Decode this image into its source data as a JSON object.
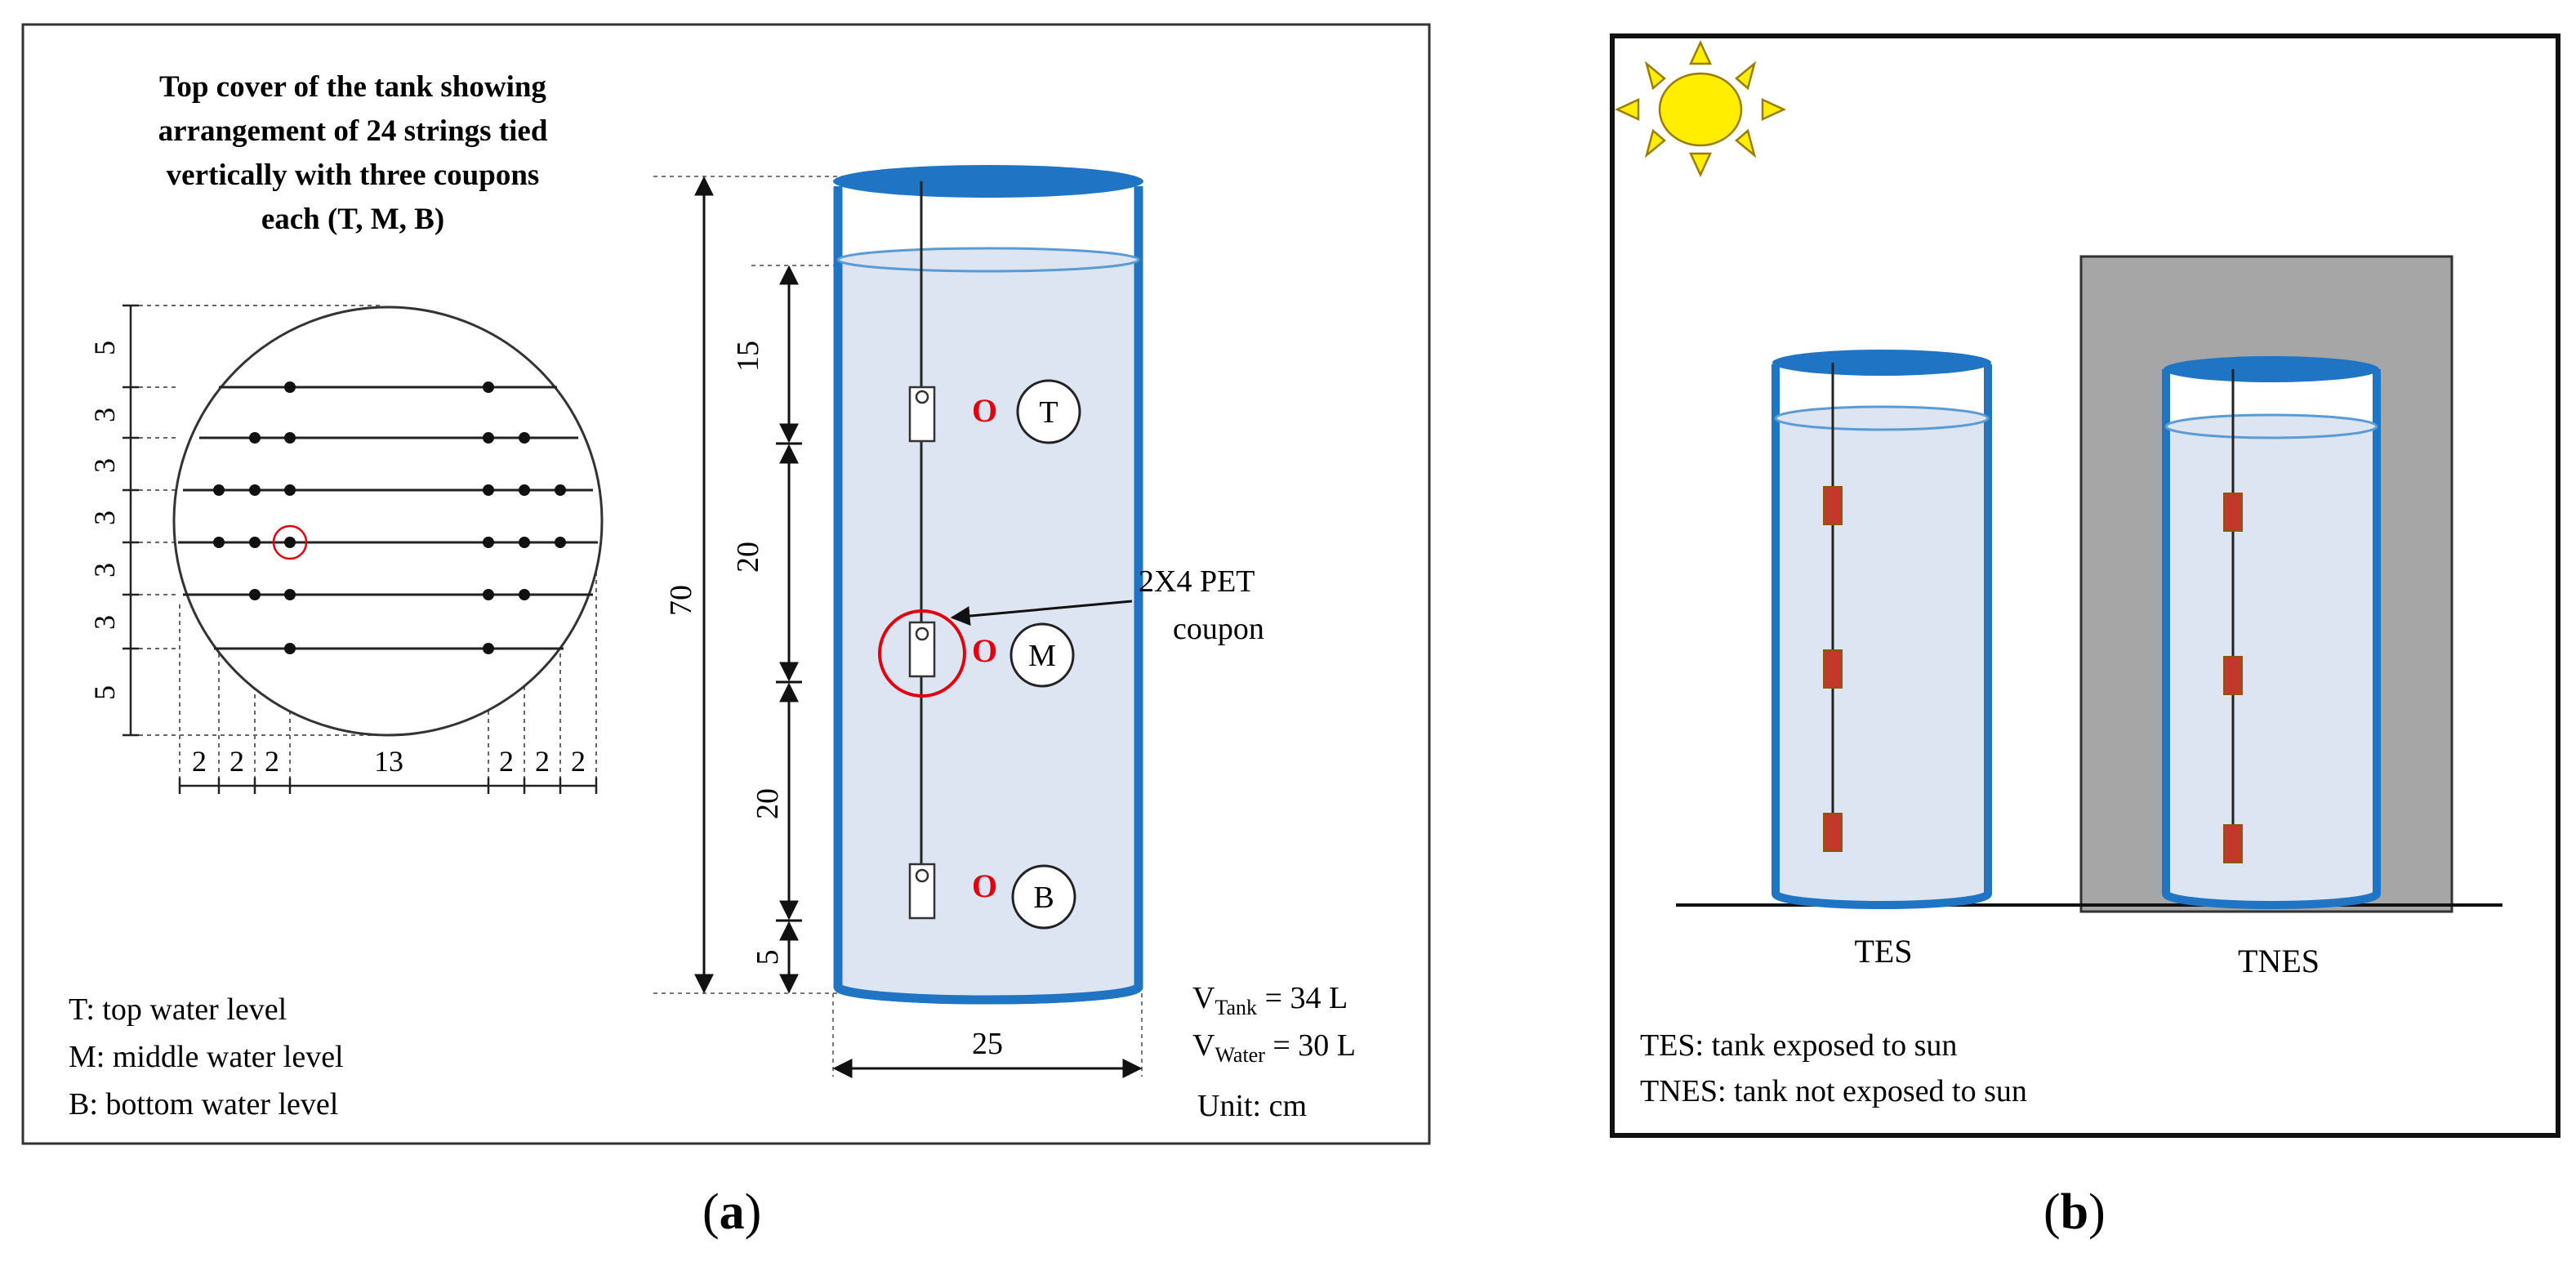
{
  "panel_a": {
    "caption_letter": "a",
    "cover_title": [
      "Top cover of the tank showing",
      "arrangement of 24 strings tied",
      "vertically with three coupons",
      "each (T, M, B)"
    ],
    "vertical_dims": [
      "5",
      "3",
      "3",
      "3",
      "3",
      "3",
      "5"
    ],
    "horizontal_dims": [
      "2",
      "2",
      "2",
      "13",
      "2",
      "2",
      "2"
    ],
    "tank_height": "70",
    "segment_dims": [
      "15",
      "20",
      "20",
      "5"
    ],
    "tank_width": "25",
    "level_markers": [
      "T",
      "M",
      "B"
    ],
    "marker_symbol": "O",
    "coupon_label": [
      "2X4 PET",
      "coupon"
    ],
    "legend": [
      "T: top water level",
      "M: middle water level",
      "B: bottom water level"
    ],
    "volume_tank": {
      "prefix": "V",
      "subscript": "Tank",
      "suffix": " = 34 L"
    },
    "volume_water": {
      "prefix": "V",
      "subscript": "Water",
      "suffix": " = 30 L"
    },
    "unit": "Unit: cm"
  },
  "panel_b": {
    "caption_letter": "b",
    "tank_labels": [
      "TES",
      "TNES"
    ],
    "legend": [
      "TES: tank exposed to sun",
      "TNES: tank not exposed to sun"
    ]
  },
  "colors": {
    "tank_blue": "#1f74c4",
    "water_fill": "#dde5f2",
    "water_line": "#5b9bd5",
    "marker_red": "#e0000e",
    "coupon_fill": "#c0392b",
    "sun_fill": "#ffee00",
    "shade_grey": "#a6a6a6"
  }
}
